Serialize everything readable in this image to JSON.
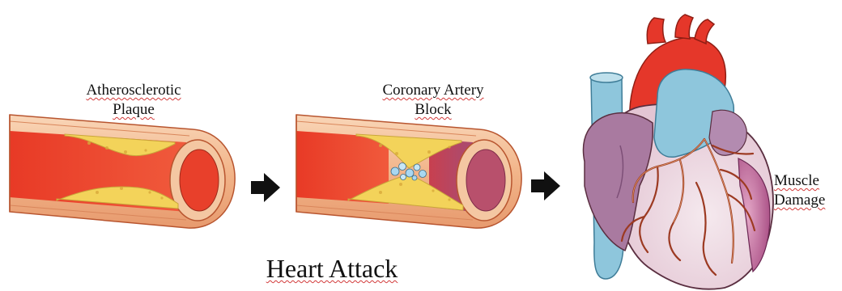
{
  "title": "Heart Attack",
  "panels": [
    {
      "label_line1": "Atherosclerotic",
      "label_line2": "Plaque"
    },
    {
      "label_line1": "Coronary Artery",
      "label_line2": "Block"
    },
    {
      "label_line1": "Muscle",
      "label_line2": "Damage"
    }
  ],
  "colors": {
    "artery_wall": "#f2b58a",
    "artery_wall_edge": "#c9603a",
    "blood": "#e8402b",
    "plaque": "#f3d35a",
    "clot": "#a9d7f0",
    "blocked_blood": "#b8506c",
    "aorta_red": "#e5372a",
    "vein_blue": "#8ec6dc",
    "heart_pink": "#efdde5",
    "atrium_purple": "#a97aa0",
    "damaged_muscle": "#b45b8f",
    "arrow": "#111111"
  }
}
